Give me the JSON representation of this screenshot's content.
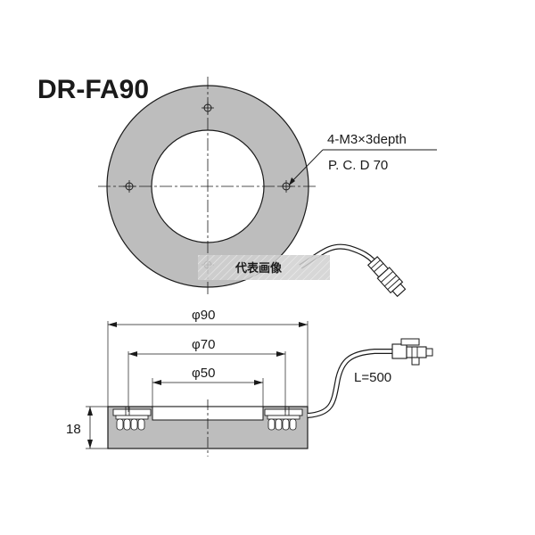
{
  "title": "DR-FA90",
  "top_view": {
    "hole_spec": "4-M3×3depth",
    "pcd": "P. C. D 70",
    "representative_image_label": "代表画像"
  },
  "side_view": {
    "dim_outer": "φ90",
    "dim_pcd": "φ70",
    "dim_inner": "φ50",
    "height": "18",
    "cable_length": "L=500"
  },
  "colors": {
    "ring_fill": "#bdbdbd",
    "line": "#1a1a1a",
    "background": "#ffffff"
  },
  "icons": [
    "connector-icon",
    "led-array-icon",
    "mounting-hole-icon"
  ]
}
